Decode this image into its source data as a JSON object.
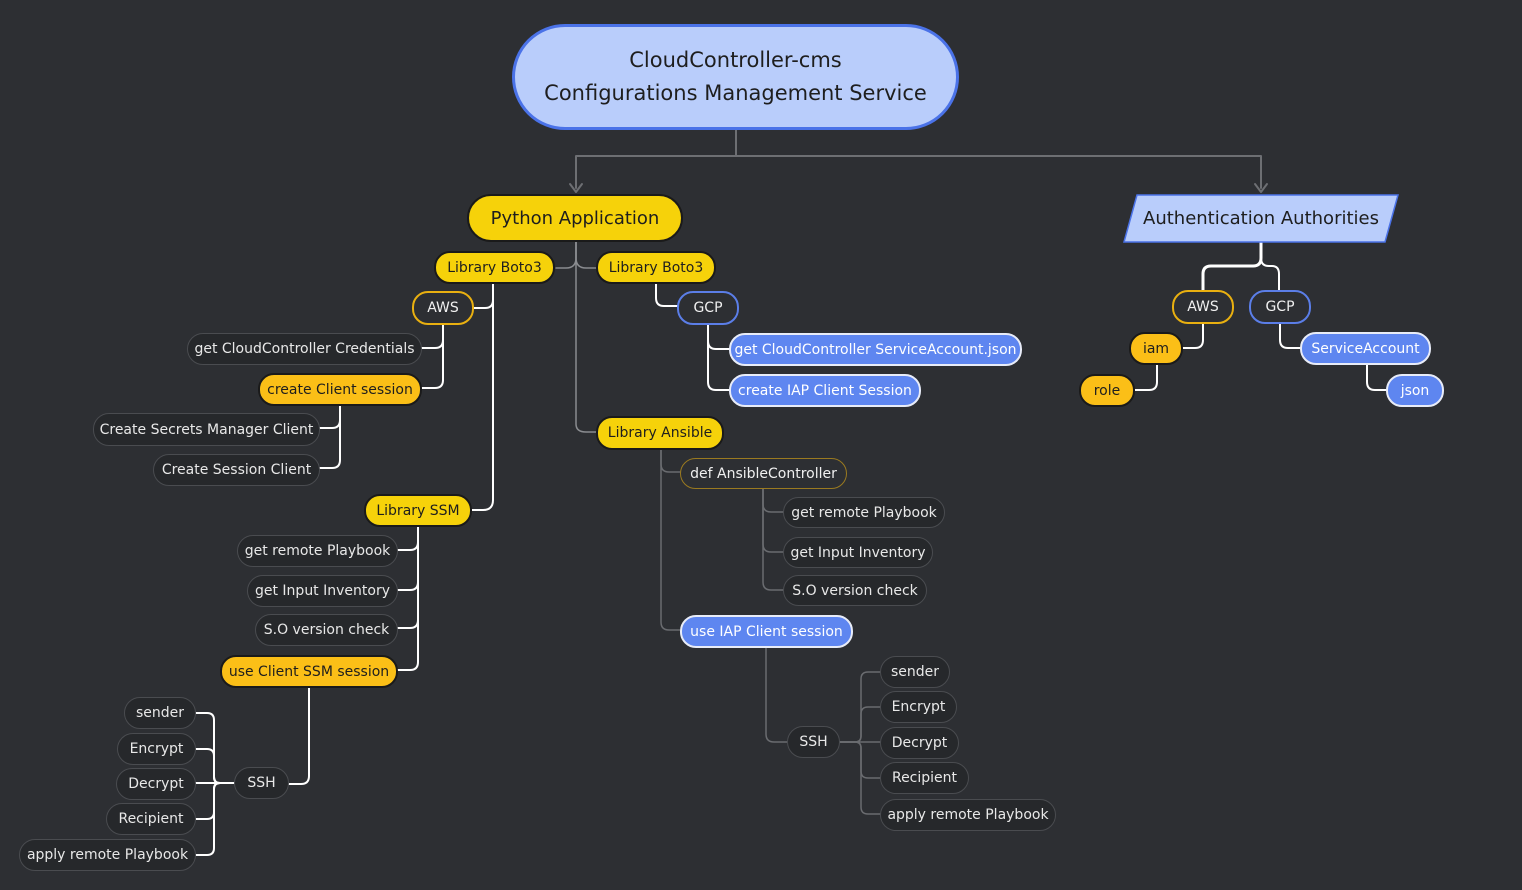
{
  "root": {
    "line1": "CloudController-cms",
    "line2": "Configurations Management Service"
  },
  "python_app": "Python Application",
  "auth_authorities": "Authentication Authorities",
  "left": {
    "boto3": "Library Boto3",
    "aws": "AWS",
    "get_credentials": "get CloudController Credentials",
    "create_client_session": "create Client session",
    "create_secrets_client": "Create Secrets Manager Client",
    "create_session_client": "Create Session Client",
    "ssm": "Library SSM",
    "get_remote_playbook": "get remote Playbook",
    "get_input_inventory": "get Input Inventory",
    "so_version_check": "S.O version check",
    "use_client_ssm": "use Client SSM session",
    "ssh": "SSH",
    "ssh_children": [
      "sender",
      "Encrypt",
      "Decrypt",
      "Recipient",
      "apply remote Playbook"
    ]
  },
  "right": {
    "boto3": "Library Boto3",
    "gcp": "GCP",
    "get_service_account": "get CloudController ServiceAccount.json",
    "create_iap": "create IAP Client Session",
    "ansible": "Library Ansible",
    "def_ansible": "def AnsibleController",
    "get_remote_playbook": "get remote Playbook",
    "get_input_inventory": "get Input Inventory",
    "so_version_check": "S.O version check",
    "use_iap": "use IAP Client session",
    "ssh": "SSH",
    "ssh_children": [
      "sender",
      "Encrypt",
      "Decrypt",
      "Recipient",
      "apply remote Playbook"
    ]
  },
  "auth": {
    "aws": "AWS",
    "iam": "iam",
    "role": "role",
    "gcp": "GCP",
    "service_account": "ServiceAccount",
    "json": "json"
  }
}
